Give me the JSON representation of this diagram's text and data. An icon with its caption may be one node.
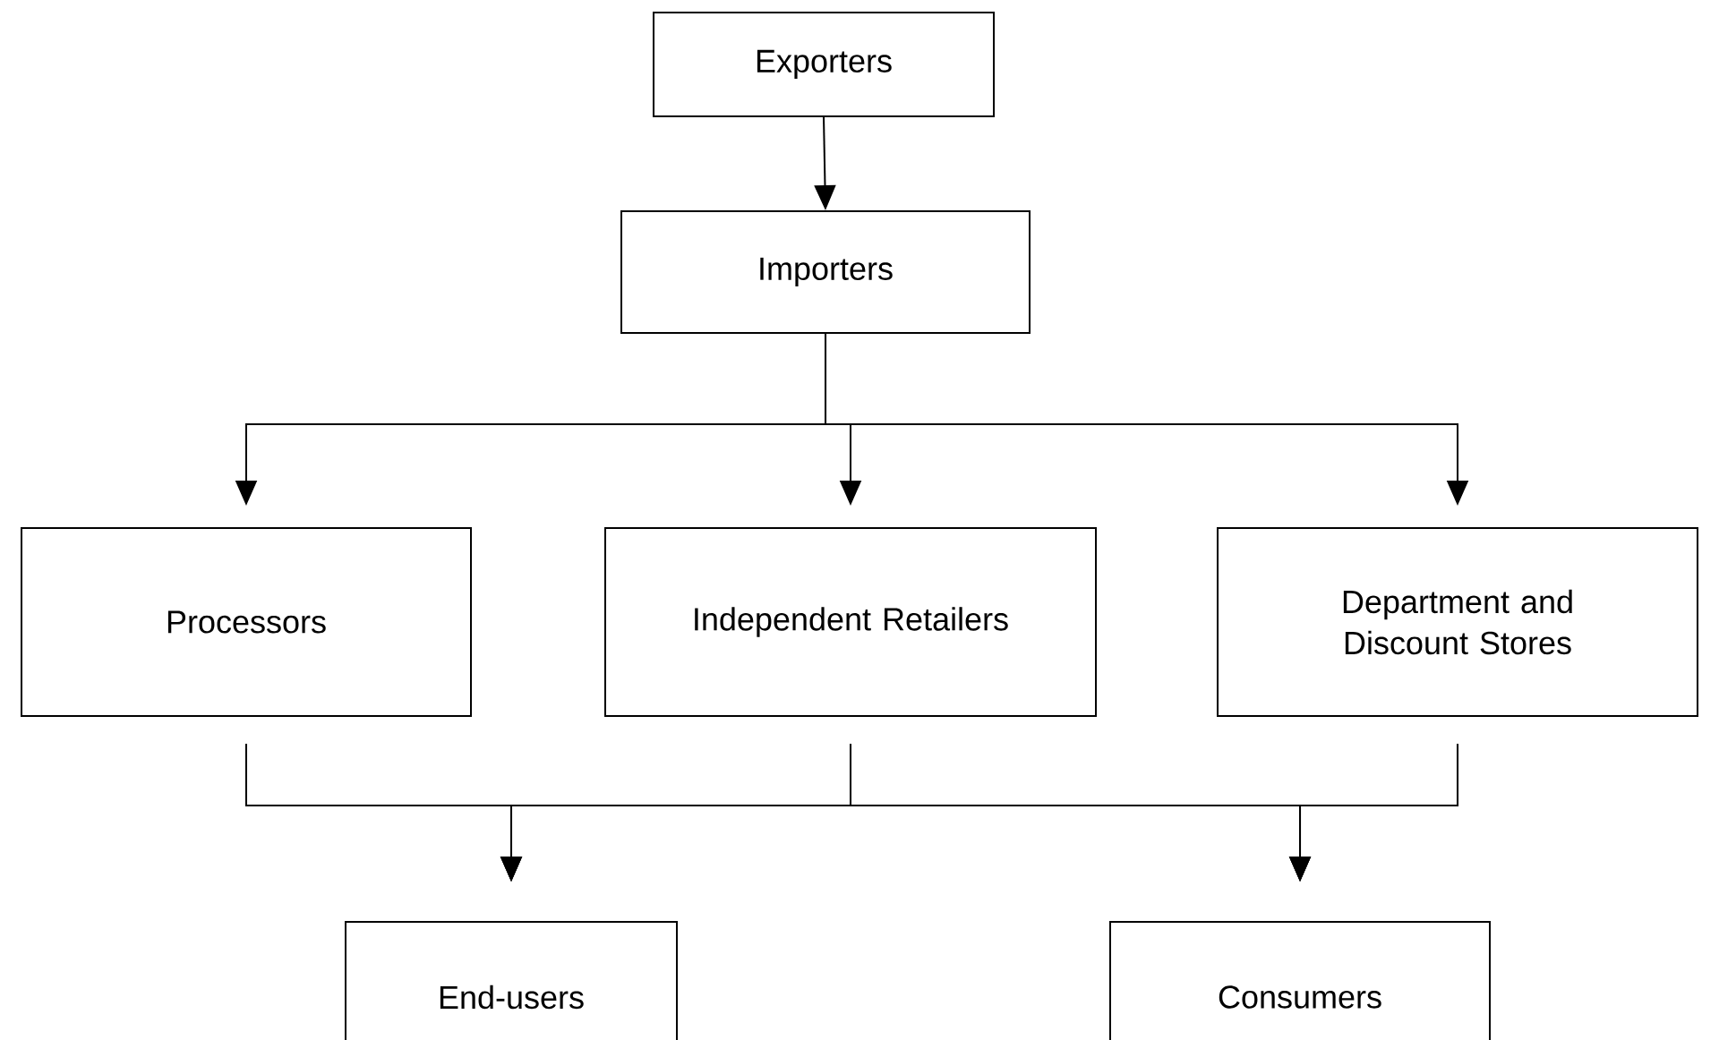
{
  "diagram": {
    "nodes": [
      {
        "text": [
          "Exporters"
        ]
      },
      {
        "text": [
          "Importers"
        ]
      },
      {
        "text": [
          "Processors"
        ]
      },
      {
        "text": [
          "Independent Retailers"
        ]
      },
      {
        "text": [
          "Department and Discount Stores"
        ]
      },
      {
        "text": [
          "End-users"
        ]
      },
      {
        "text": [
          "Consumers"
        ]
      }
    ],
    "edges": [
      {
        "from": 0,
        "to": 1,
        "arrow": "to"
      },
      {
        "from": 1,
        "to": 2,
        "arrow": "to"
      },
      {
        "from": 1,
        "to": 3,
        "arrow": "to"
      },
      {
        "from": 1,
        "to": 4,
        "arrow": "to"
      },
      {
        "from": 2,
        "to": 5,
        "arrow": "to"
      },
      {
        "from": 2,
        "to": 6,
        "arrow": "to"
      },
      {
        "from": 3,
        "to": 5,
        "arrow": "to"
      },
      {
        "from": 3,
        "to": 6,
        "arrow": "to"
      },
      {
        "from": 4,
        "to": 5,
        "arrow": "to"
      },
      {
        "from": 4,
        "to": 6,
        "arrow": "to"
      }
    ]
  }
}
